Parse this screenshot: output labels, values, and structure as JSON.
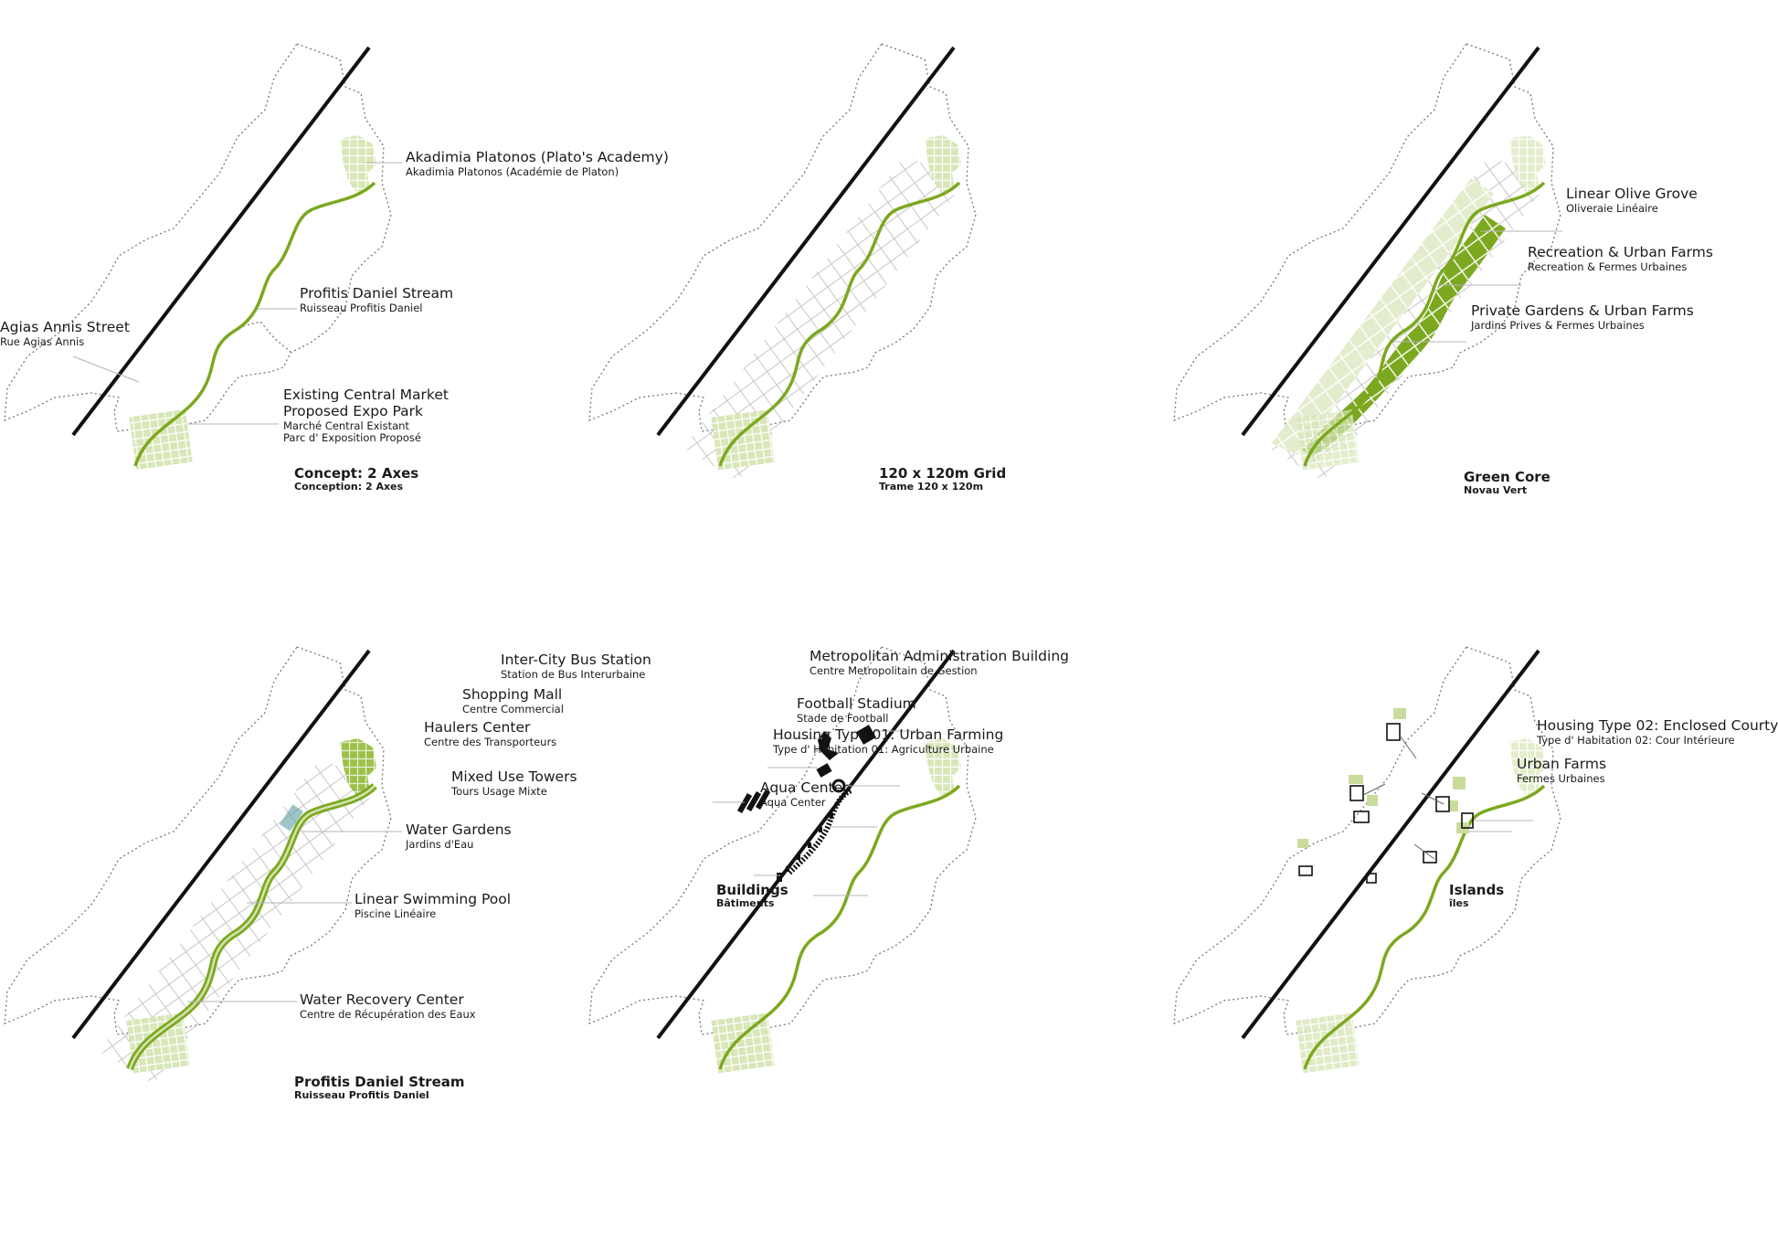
{
  "colors": {
    "accent_green": "#7ca81f",
    "light_green": "#d4e3b1",
    "mid_green": "#b5cf7a",
    "ink": "#111111",
    "leader": "#b4b4b4",
    "boundary": "#777777"
  },
  "panels": [
    {
      "title": "Concept: 2 Axes",
      "subtitle": "Conception: 2 Axes",
      "labels": [
        {
          "en": "Akadimia Platonos (Plato's Academy)",
          "fr": "Akadimia Platonos (Académie de Platon)"
        },
        {
          "en": "Profitis Daniel Stream",
          "fr": "Ruisseau Profitis Daniel"
        },
        {
          "en": "Agias Annis Street",
          "fr": "Rue Agias Annis"
        },
        {
          "en": "Existing Central Market",
          "en2": "Proposed Expo Park",
          "fr": "Marché Central Existant",
          "fr2": "Parc d' Exposition Proposé"
        }
      ]
    },
    {
      "title": "120 x 120m Grid",
      "subtitle": "Trame 120 x 120m",
      "labels": []
    },
    {
      "title": "Green Core",
      "subtitle": "Novau Vert",
      "labels": [
        {
          "en": "Linear Olive Grove",
          "fr": "Oliveraie Linéaire"
        },
        {
          "en": "Recreation & Urban Farms",
          "fr": "Recreation  & Fermes Urbaines"
        },
        {
          "en": "Private Gardens & Urban Farms",
          "fr": "Jardins Prives & Fermes Urbaines"
        }
      ]
    },
    {
      "title": "Profitis Daniel Stream",
      "subtitle": "Ruisseau Profitis Daniel",
      "labels": [
        {
          "en": "Water Gardens",
          "fr": "Jardins d'Eau"
        },
        {
          "en": "Linear Swimming Pool",
          "fr": "Piscine Linéaire"
        },
        {
          "en": "Water Recovery Center",
          "fr": "Centre de Récupération des Eaux"
        }
      ]
    },
    {
      "title": "Buildings",
      "subtitle": "Bâtiments",
      "labels": [
        {
          "en": "Inter-City Bus Station",
          "fr": "Station de Bus Interurbaine"
        },
        {
          "en": "Shopping Mall",
          "fr": "Centre Commercial"
        },
        {
          "en": "Haulers Center",
          "fr": "Centre des Transporteurs"
        },
        {
          "en": "Mixed Use Towers",
          "fr": "Tours Usage Mixte"
        },
        {
          "en": "Metropolitan Administration Building",
          "fr": "Centre Metropolitain de Gestion"
        },
        {
          "en": "Football Stadium",
          "fr": "Stade de Football"
        },
        {
          "en": "Housing Type 01: Urban Farming",
          "fr": "Type d' Habitation 01: Agriculture Urbaine"
        },
        {
          "en": "Aqua Center",
          "fr": "Aqua Center"
        }
      ]
    },
    {
      "title": "Islands",
      "subtitle": "îles",
      "labels": [
        {
          "en": "Housing Type 02: Enclosed Courty",
          "fr": "Type d' Habitation 02: Cour Intérieure"
        },
        {
          "en": "Urban Farms",
          "fr": "Fermes Urbaines"
        }
      ]
    }
  ]
}
